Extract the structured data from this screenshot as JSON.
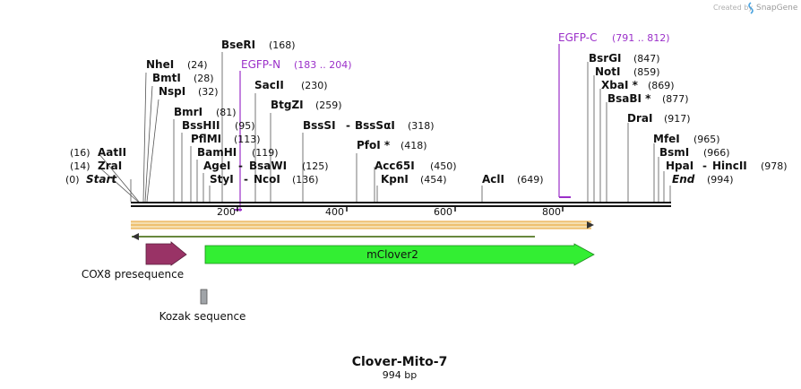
{
  "header": {
    "created_by": "Created by",
    "brand": "SnapGene"
  },
  "plasmid": {
    "name": "Clover-Mito-7",
    "length_label": "994 bp",
    "length": 994
  },
  "ruler": {
    "ticks": [
      {
        "pos": 200,
        "label": "200"
      },
      {
        "pos": 400,
        "label": "400"
      },
      {
        "pos": 600,
        "label": "600"
      },
      {
        "pos": 800,
        "label": "800"
      }
    ]
  },
  "enzymes": [
    {
      "name": "BseRI",
      "pos_label": "(168)",
      "pos": 168
    },
    {
      "name": "NheI",
      "pos_label": "(24)",
      "pos": 24
    },
    {
      "name": "BmtI",
      "pos_label": "(28)",
      "pos": 28
    },
    {
      "name": "NspI",
      "pos_label": "(32)",
      "pos": 32
    },
    {
      "name": "SacII",
      "pos_label": "(230)",
      "pos": 230
    },
    {
      "name": "BtgZI",
      "pos_label": "(259)",
      "pos": 259
    },
    {
      "name": "BmrI",
      "pos_label": "(81)",
      "pos": 81
    },
    {
      "name": "BssHII",
      "pos_label": "(95)",
      "pos": 95
    },
    {
      "name": "BssSI",
      "name2": "BssSαI",
      "pos_label": "(318)",
      "pos": 318
    },
    {
      "name": "PflMI",
      "pos_label": "(113)",
      "pos": 113
    },
    {
      "name": "BamHI",
      "pos_label": "(119)",
      "pos": 119
    },
    {
      "name": "PfoI *",
      "pos_label": "(418)",
      "pos": 418
    },
    {
      "name": "AatII",
      "pos_label": "(16)",
      "pos": 16
    },
    {
      "name": "ZraI",
      "pos_label": "(14)",
      "pos": 14
    },
    {
      "name": "AgeI",
      "name2": "BsaWI",
      "pos_label": "(125)",
      "pos": 125
    },
    {
      "name": "Acc65I",
      "pos_label": "(450)",
      "pos": 450
    },
    {
      "name": "Start",
      "pos_label": "(0)",
      "pos": 0
    },
    {
      "name": "StyI",
      "name2": "NcoI",
      "pos_label": "(136)",
      "pos": 136
    },
    {
      "name": "KpnI",
      "pos_label": "(454)",
      "pos": 454
    },
    {
      "name": "AclI",
      "pos_label": "(649)",
      "pos": 649
    },
    {
      "name": "BsrGI",
      "pos_label": "(847)",
      "pos": 847
    },
    {
      "name": "NotI",
      "pos_label": "(859)",
      "pos": 859
    },
    {
      "name": "XbaI *",
      "pos_label": "(869)",
      "pos": 869
    },
    {
      "name": "BsaBI *",
      "pos_label": "(877)",
      "pos": 877
    },
    {
      "name": "DraI",
      "pos_label": "(917)",
      "pos": 917
    },
    {
      "name": "MfeI",
      "pos_label": "(965)",
      "pos": 965
    },
    {
      "name": "BsmI",
      "pos_label": "(966)",
      "pos": 966
    },
    {
      "name": "HpaI",
      "name2": "HincII",
      "pos_label": "(978)",
      "pos": 978
    },
    {
      "name": "End",
      "pos_label": "(994)",
      "pos": 994
    }
  ],
  "primers": [
    {
      "name": "EGFP-N",
      "range_label": "(183 .. 204)",
      "start": 183,
      "end": 204
    },
    {
      "name": "EGFP-C",
      "range_label": "(791 .. 812)",
      "start": 791,
      "end": 812
    }
  ],
  "features": [
    {
      "name": "COX8 presequence",
      "start": 29,
      "end": 104,
      "color": "#993366"
    },
    {
      "name": "mClover2",
      "start": 137,
      "end": 856,
      "color": "#33ee33"
    },
    {
      "name": "Kozak sequence",
      "start": 129,
      "end": 137,
      "color": "#a0a4a8"
    }
  ],
  "orfs": [
    {
      "start": 1,
      "end": 856,
      "direction": "forward",
      "color": "#e8a030"
    },
    {
      "start": 1,
      "end": 748,
      "direction": "reverse",
      "color": "#88bb44"
    }
  ]
}
